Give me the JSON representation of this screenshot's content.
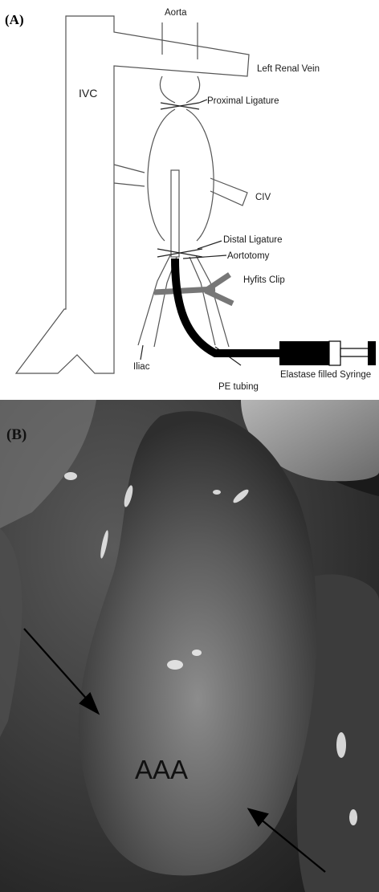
{
  "panel_a": {
    "panel_label": "(A)",
    "labels": {
      "aorta": "Aorta",
      "left_renal_vein": "Left Renal Vein",
      "ivc": "IVC",
      "proximal_ligature": "Proximal Ligature",
      "civ": "CIV",
      "distal_ligature": "Distal Ligature",
      "aortotomy": "Aortotomy",
      "hyfits_clip": "Hyfits Clip",
      "iliac": "Iliac",
      "pe_tubing": "PE tubing",
      "syringe": "Elastase filled Syringe"
    }
  },
  "panel_b": {
    "panel_label": "(B)",
    "aaa_label": "AAA"
  }
}
